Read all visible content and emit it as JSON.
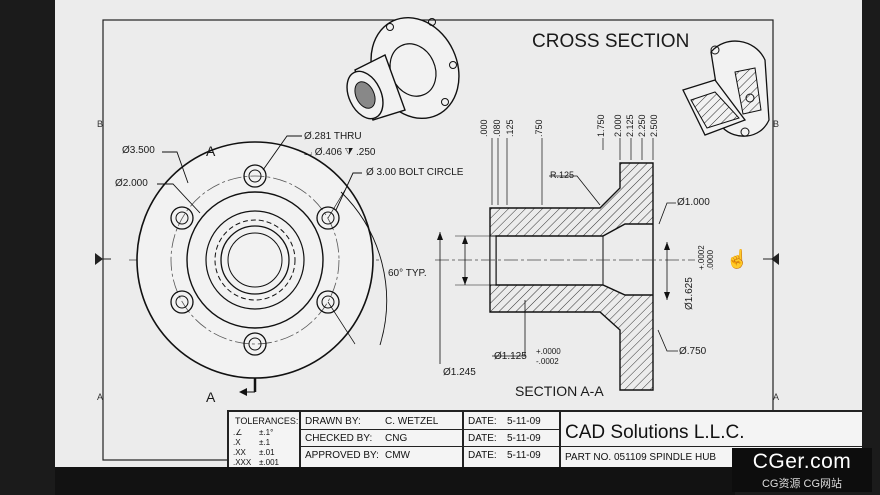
{
  "titles": {
    "cross_section": "CROSS SECTION",
    "section_aa": "SECTION A-A"
  },
  "zones": {
    "left_b": "B",
    "left_a": "A",
    "right_b": "B",
    "right_a": "A"
  },
  "front_view": {
    "section_mark_top": "A",
    "section_mark_bottom": "A",
    "dims": {
      "d_outer": "Ø3.500",
      "d_hub": "Ø2.000",
      "hole_thru": "Ø.281 THRU",
      "hole_cbore": "⌴ Ø.406 ⧩ .250",
      "bolt_circle": "Ø  3.00  BOLT CIRCLE",
      "angle": "60° TYP."
    }
  },
  "section_view": {
    "top_dims_left": [
      ".000",
      ".080",
      ".125",
      ".750"
    ],
    "top_dims_right": [
      "1.750",
      "2.000",
      "2.125",
      "2.250",
      "2.500"
    ],
    "radius": "R.125",
    "d_1000": "Ø1.000",
    "d_1625": "Ø1.625",
    "tol_1625_plus": "+.0002",
    "tol_1625_minus": ".0000",
    "d_1125": "Ø1.125",
    "tol_1125_plus": "+.0000",
    "tol_1125_minus": "-.0002",
    "d_750": "Ø.750",
    "d_1245": "Ø1.245"
  },
  "title_block": {
    "tolerances_header": "TOLERANCES:",
    "tolerances": [
      {
        "key": ".∠",
        "val": "±.1°"
      },
      {
        "key": ".X",
        "val": "±.1"
      },
      {
        "key": ".XX",
        "val": "±.01"
      },
      {
        "key": ".XXX",
        "val": "±.001"
      }
    ],
    "drawn_by_label": "DRAWN BY:",
    "drawn_by": "C. WETZEL",
    "checked_by_label": "CHECKED BY:",
    "checked_by": "CNG",
    "approved_by_label": "APPROVED BY:",
    "approved_by": "CMW",
    "date_label": "DATE:",
    "dates": [
      "5-11-09",
      "5-11-09",
      "5-11-09"
    ],
    "company": "CAD Solutions L.L.C.",
    "part_no_label": "PART NO.",
    "part_no": "051109 SPINDLE HUB"
  },
  "watermark": {
    "main": "CGer.com",
    "sub": "CG资源 CG网站"
  },
  "colors": {
    "sheet": "#ececec",
    "ink": "#1a1a1a",
    "frame": "#1b1b1b"
  },
  "icons": [
    "hand-cursor-icon"
  ]
}
